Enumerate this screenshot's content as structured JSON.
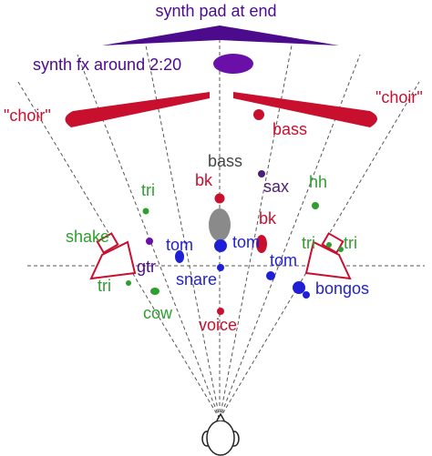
{
  "colors": {
    "purple": "#4b0b8c",
    "magenta": "#6a0fa8",
    "red": "#c8102e",
    "green": "#2e9e2e",
    "blue": "#1f1fd6",
    "gray": "#8a8a8a",
    "dark": "#222222",
    "lines": "#555555",
    "purple_dark": "#4d1d7a"
  },
  "labels": {
    "synth_pad": "synth pad at end",
    "synth_fx": "synth fx around 2:20",
    "choir_left": "\"choir\"",
    "choir_right": "\"choir\"",
    "bass_red": "bass",
    "bass_gray": "bass",
    "sax": "sax",
    "hh": "hh",
    "tri_top": "tri",
    "bk_top": "bk",
    "bk_right": "bk",
    "shake": "shake",
    "tom_left": "tom",
    "tom_center": "tom",
    "tom_right": "tom",
    "tri_right1": "tri",
    "tri_right2": "tri",
    "gtr": "gtr",
    "snare": "snare",
    "tri_left": "tri",
    "bongos": "bongos",
    "cow": "cow",
    "voice": "voice"
  }
}
